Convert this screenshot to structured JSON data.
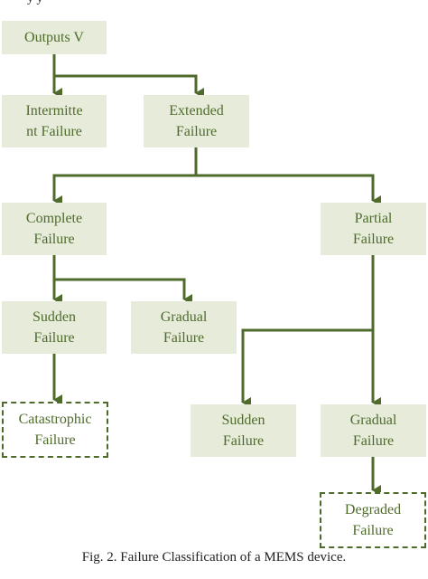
{
  "top_clipped_text": "y    y",
  "nodes": {
    "outputs": "Outputs V",
    "intermittent": "Intermitte\nnt Failure",
    "extended": "Extended\nFailure",
    "complete": "Complete\nFailure",
    "partial": "Partial\nFailure",
    "sudden_a": "Sudden\nFailure",
    "gradual_a": "Gradual\nFailure",
    "catastrophic": "Catastrophic\nFailure",
    "sudden_b": "Sudden\nFailure",
    "gradual_b": "Gradual\nFailure",
    "degraded": "Degraded\nFailure"
  },
  "caption": "Fig. 2. Failure Classification of a MEMS device.",
  "colors": {
    "box_fill": "#e6ecd9",
    "line": "#4f6b2c",
    "text": "#4f6b2c"
  }
}
